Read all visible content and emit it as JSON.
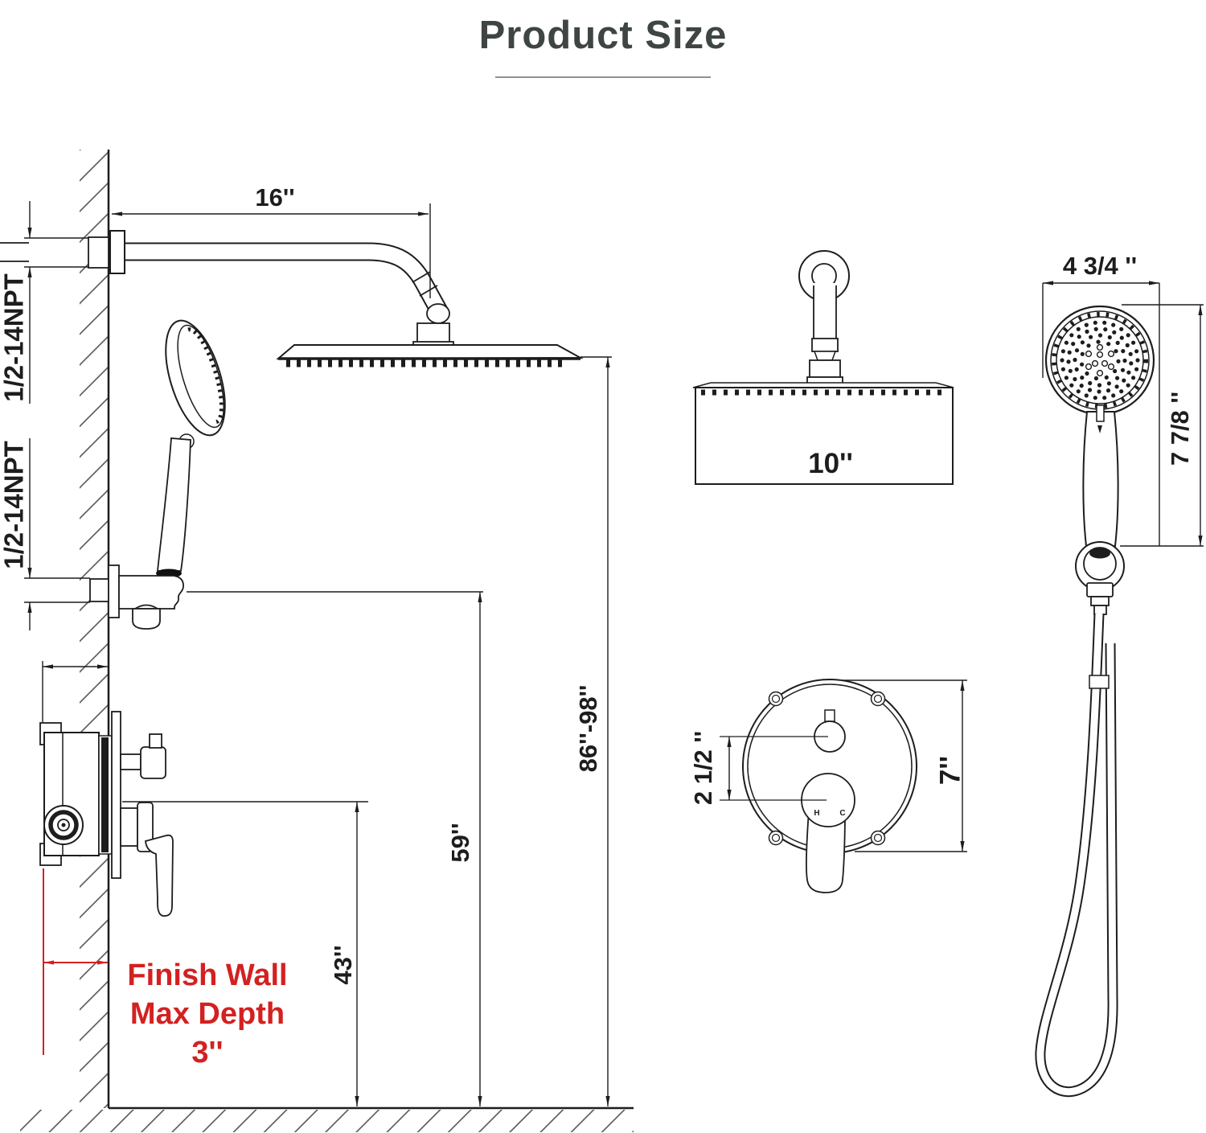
{
  "title": "Product Size",
  "colors": {
    "ink": "#1d1d1d",
    "red": "#d32121",
    "title": "#3e4543",
    "hatch": "#4a4a4a"
  },
  "side_view": {
    "arm_length": "16''",
    "npt_top": "1/2-14NPT",
    "npt_bottom": "1/2-14NPT",
    "overall_height": "86''-98''",
    "handheld_height": "59''",
    "valve_height": "43''",
    "note_line1": "Finish Wall",
    "note_line2": "Max Depth",
    "note_line3": "3''"
  },
  "rainhead_view": {
    "width": "10''"
  },
  "valve_view": {
    "knob_offset": "2 1/2 ''",
    "plate_diameter": "7''",
    "hot": "H",
    "cold": "C"
  },
  "handheld_view": {
    "head_width": "4 3/4 ''",
    "total_height": "7 7/8 ''"
  }
}
